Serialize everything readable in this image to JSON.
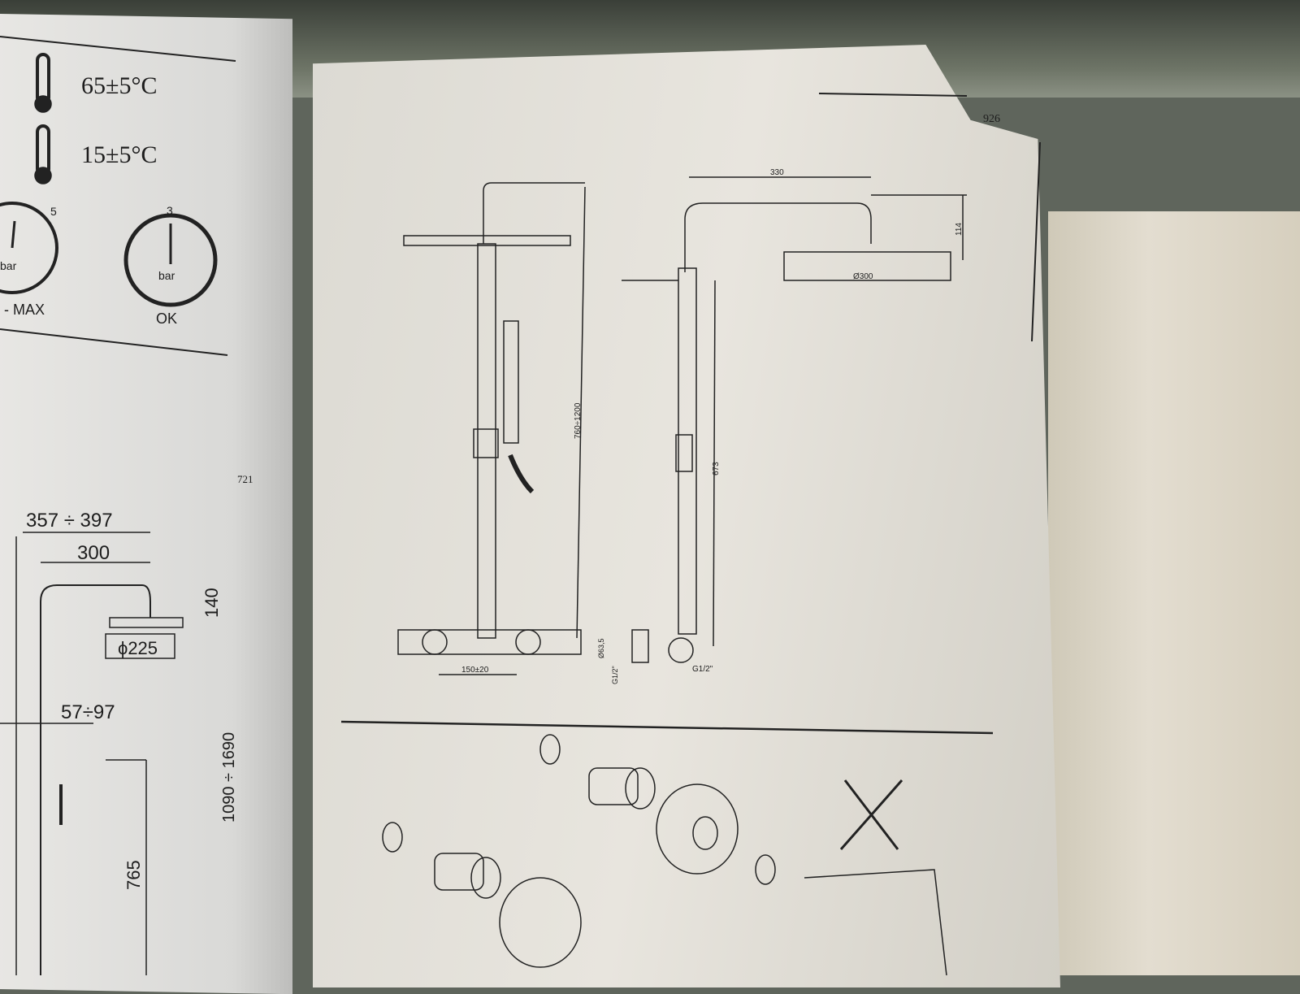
{
  "left_page": {
    "hot_temp": "65±5°C",
    "cold_temp": "15±5°C",
    "gauge_max": {
      "value": "5",
      "unit": "bar",
      "label": "- MAX"
    },
    "gauge_ok": {
      "value": "3",
      "unit": "bar",
      "label": "OK"
    },
    "page_ref": "721",
    "dims": {
      "reach_range": "357 ÷ 397",
      "reach": "300",
      "head_height": "140",
      "head_diameter": "ϕ225",
      "offset": "57÷97",
      "total_height": "1090 ÷ 1690",
      "bar_height": "765"
    }
  },
  "right_page": {
    "page_ref": "926",
    "front_view": {
      "height": "760÷1200",
      "spacing": "150±20"
    },
    "side_view": {
      "reach": "330",
      "head_height": "114",
      "head_diameter": "Ø300",
      "bar_height": "673",
      "body_diameter": "Ø63,5",
      "inlet_1": "G1/2\"",
      "inlet_2": "G1/2\""
    }
  }
}
